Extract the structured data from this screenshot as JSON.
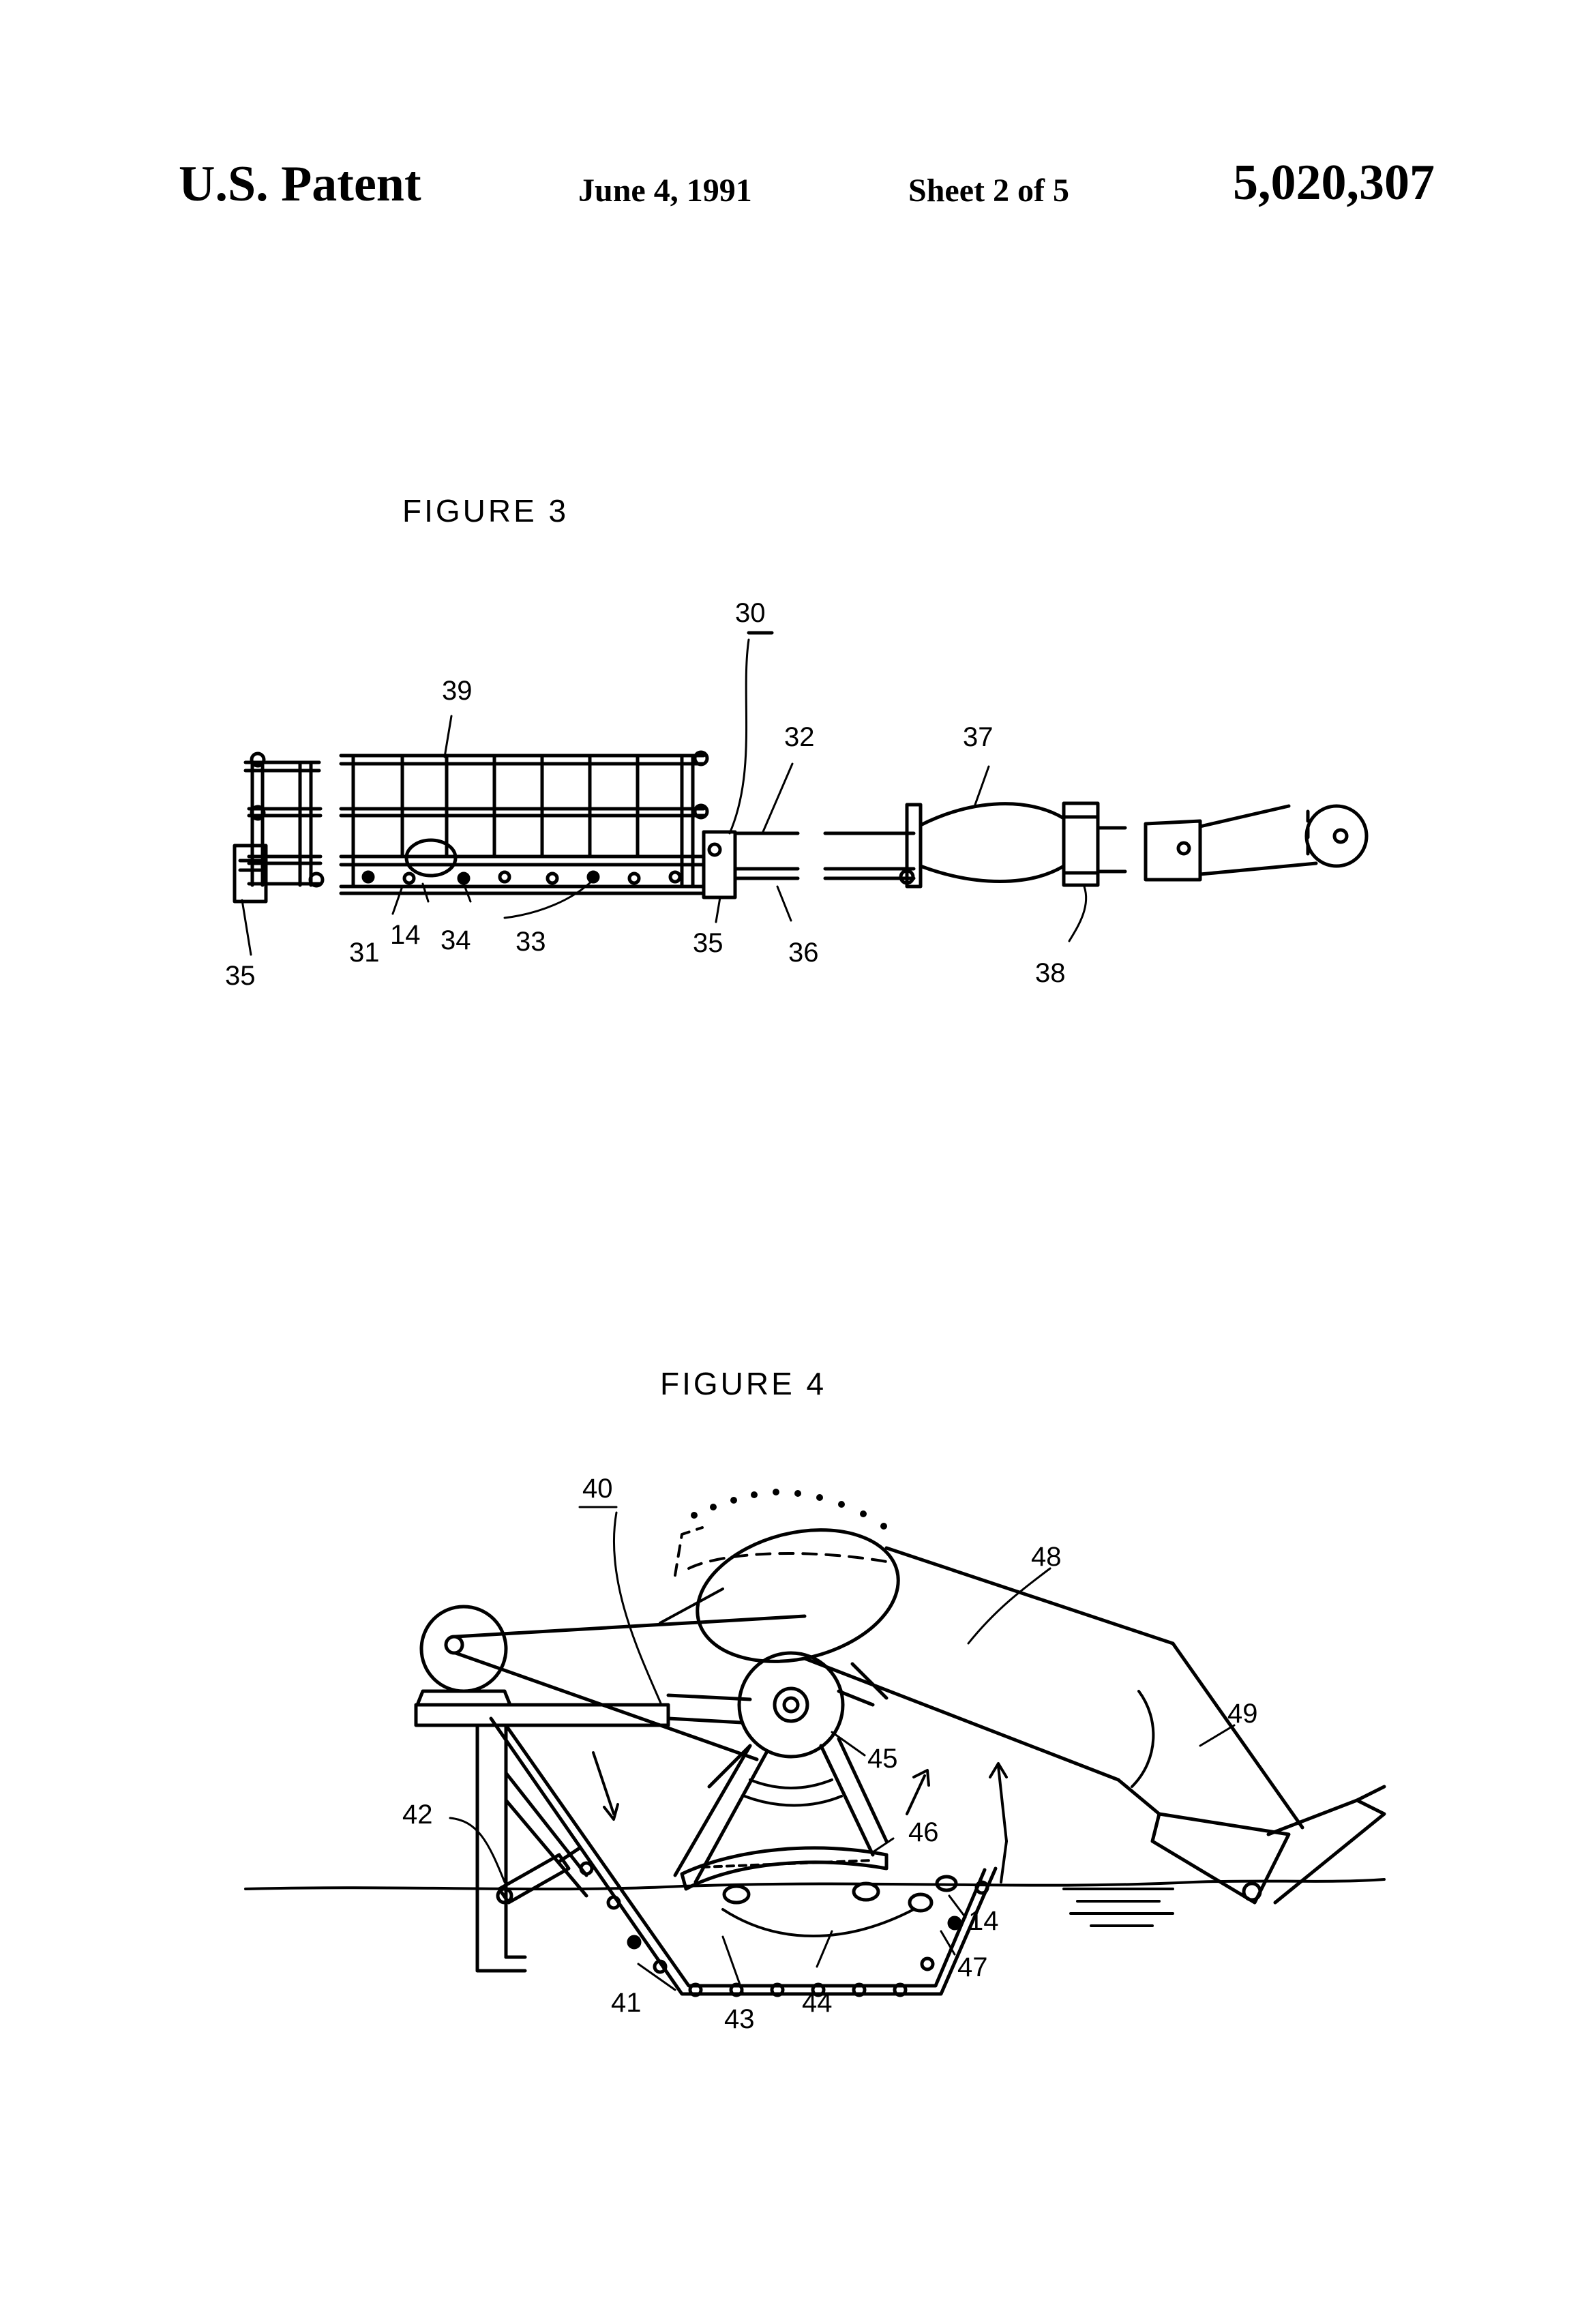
{
  "header": {
    "title": "U.S. Patent",
    "date": "June 4, 1991",
    "sheet": "Sheet 2 of 5",
    "patent_number": "5,020,307"
  },
  "figure3": {
    "label": "FIGURE 3",
    "refs": [
      "30",
      "39",
      "32",
      "37",
      "35",
      "31",
      "14",
      "34",
      "33",
      "35",
      "36",
      "38"
    ]
  },
  "figure4": {
    "label": "FIGURE 4",
    "refs": [
      "40",
      "48",
      "49",
      "45",
      "42",
      "46",
      "14",
      "47",
      "41",
      "43",
      "44"
    ]
  }
}
